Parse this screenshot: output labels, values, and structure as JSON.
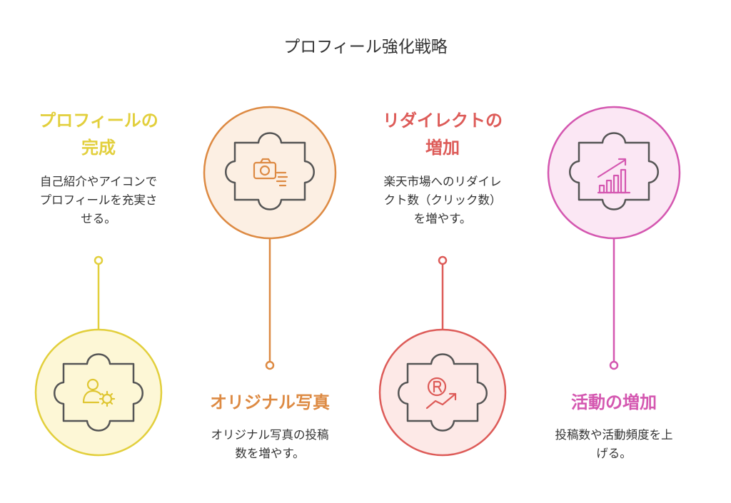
{
  "title": "プロフィール強化戦略",
  "steps": [
    {
      "title_lines": [
        "プロフィールの",
        "完成"
      ],
      "desc_lines": [
        "自己紹介やアイコンで",
        "プロフィールを充実さ",
        "せる。"
      ],
      "color": "#e2cf3c",
      "fill": "#fdf7d6",
      "icon": "user-gear-icon"
    },
    {
      "title_lines": [
        "オリジナル写真"
      ],
      "desc_lines": [
        "オリジナル写真の投稿",
        "数を増やす。"
      ],
      "color": "#dd8a43",
      "fill": "#fcefe3",
      "icon": "camera-icon"
    },
    {
      "title_lines": [
        "リダイレクトの",
        "増加"
      ],
      "desc_lines": [
        "楽天市場へのリダイレ",
        "クト数（クリック数）",
        "を増やす。"
      ],
      "color": "#dd5b58",
      "fill": "#fde9e7",
      "icon": "rakuten-trend-icon"
    },
    {
      "title_lines": [
        "活動の増加"
      ],
      "desc_lines": [
        "投稿数や活動頻度を上",
        "げる。"
      ],
      "color": "#d457b0",
      "fill": "#fbe7f4",
      "icon": "bar-chart-growth-icon"
    }
  ]
}
